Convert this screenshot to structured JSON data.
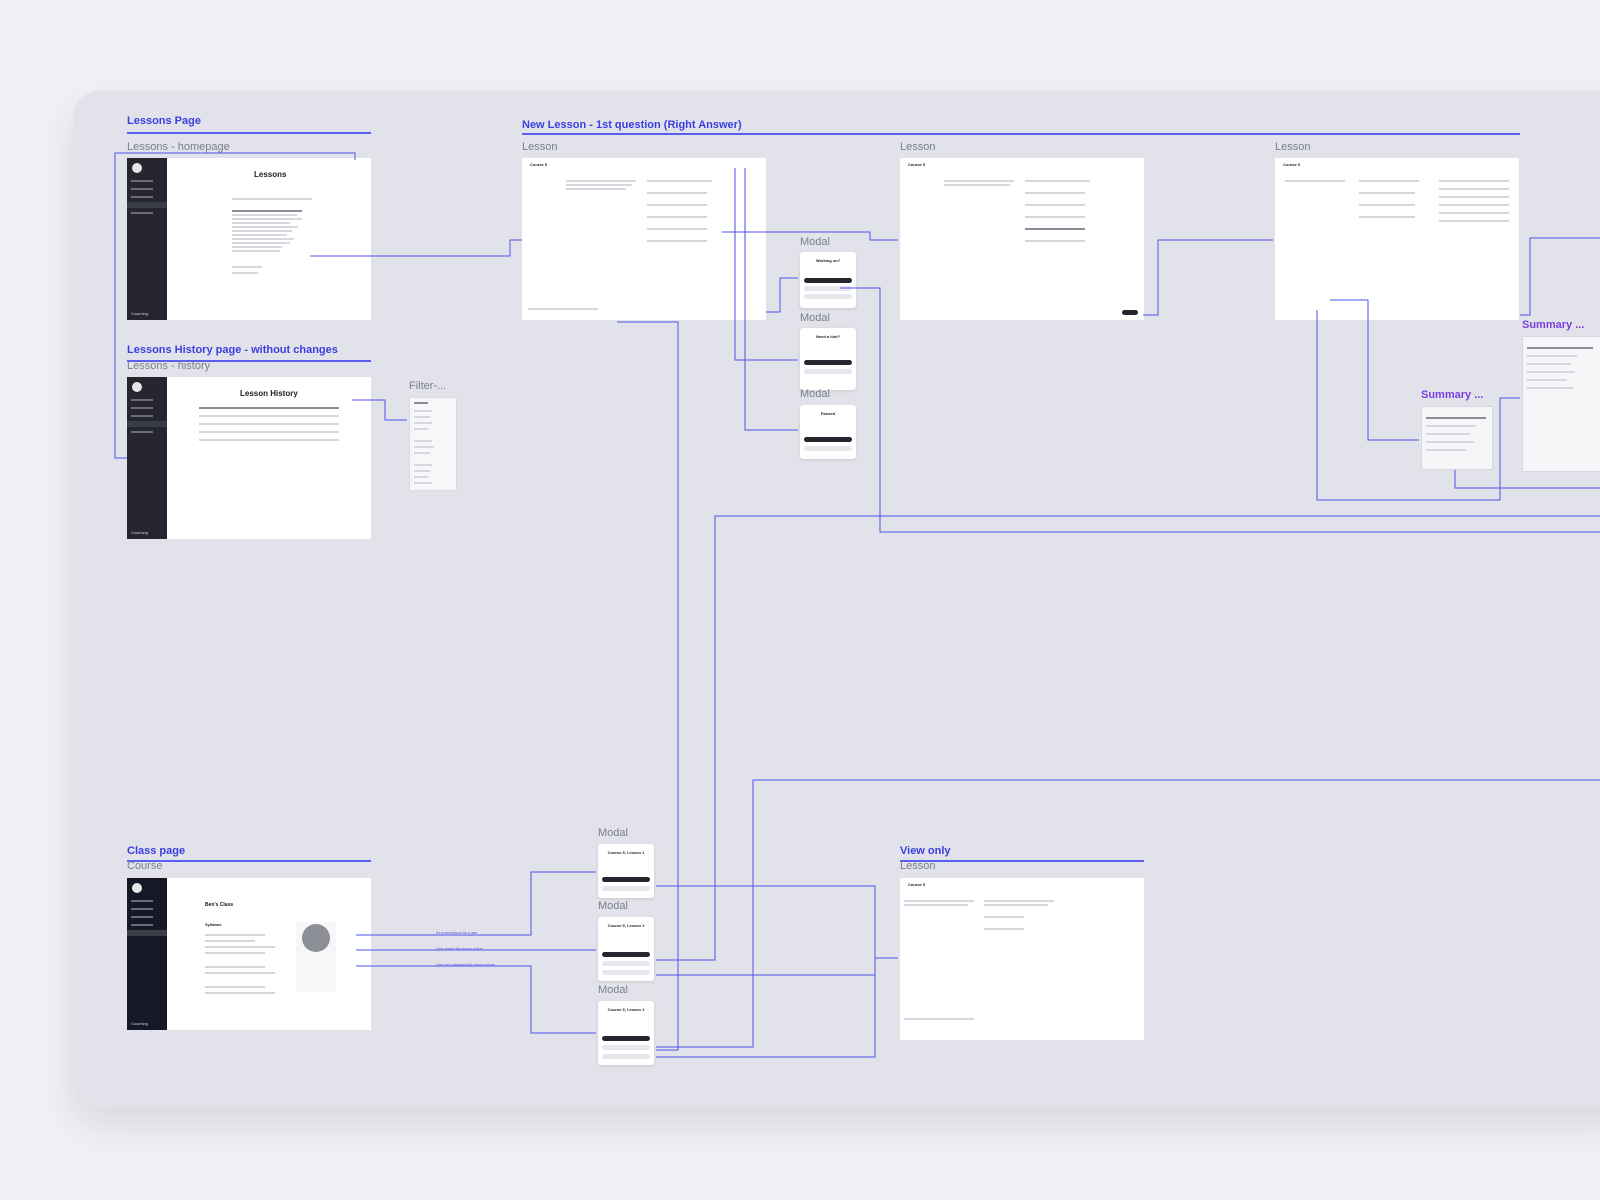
{
  "sections": {
    "lessons_page": {
      "title": "Lessons Page",
      "label": "Lessons - homepage",
      "heading": "Lessons"
    },
    "history_page": {
      "title": "Lessons History page - without changes",
      "label": "Lessons - history",
      "heading": "Lesson History"
    },
    "filter": {
      "label": "Filter-..."
    },
    "new_lesson": {
      "title": "New Lesson - 1st question (Right Answer)"
    },
    "lesson_frames": [
      "Lesson",
      "Lesson",
      "Lesson"
    ],
    "class_page": {
      "title": "Class page",
      "label": "Course",
      "heading": "Ben's Class",
      "syllabus": "Syllabus"
    },
    "view_only": {
      "title": "View only",
      "label": "Lesson"
    }
  },
  "modal_labels": [
    "Modal",
    "Modal",
    "Modal",
    "Modal",
    "Modal",
    "Modal"
  ],
  "summary_labels": [
    "Summary ...",
    "Summary ..."
  ],
  "modals": {
    "working": "Working on?",
    "hint": "Need a hint?",
    "paused": "Paused",
    "course1": "Course 5, Lesson 1",
    "course2": "Course 5, Lesson 1",
    "course3": "Course 5, Lesson 1"
  },
  "course_title": "Course 5",
  "class_notes": [
    "It's a new lesson for a user",
    "User started the lesson before",
    "User has completed the lesson before"
  ],
  "brand": "Coaching",
  "accent_color": "#5b5ef0"
}
